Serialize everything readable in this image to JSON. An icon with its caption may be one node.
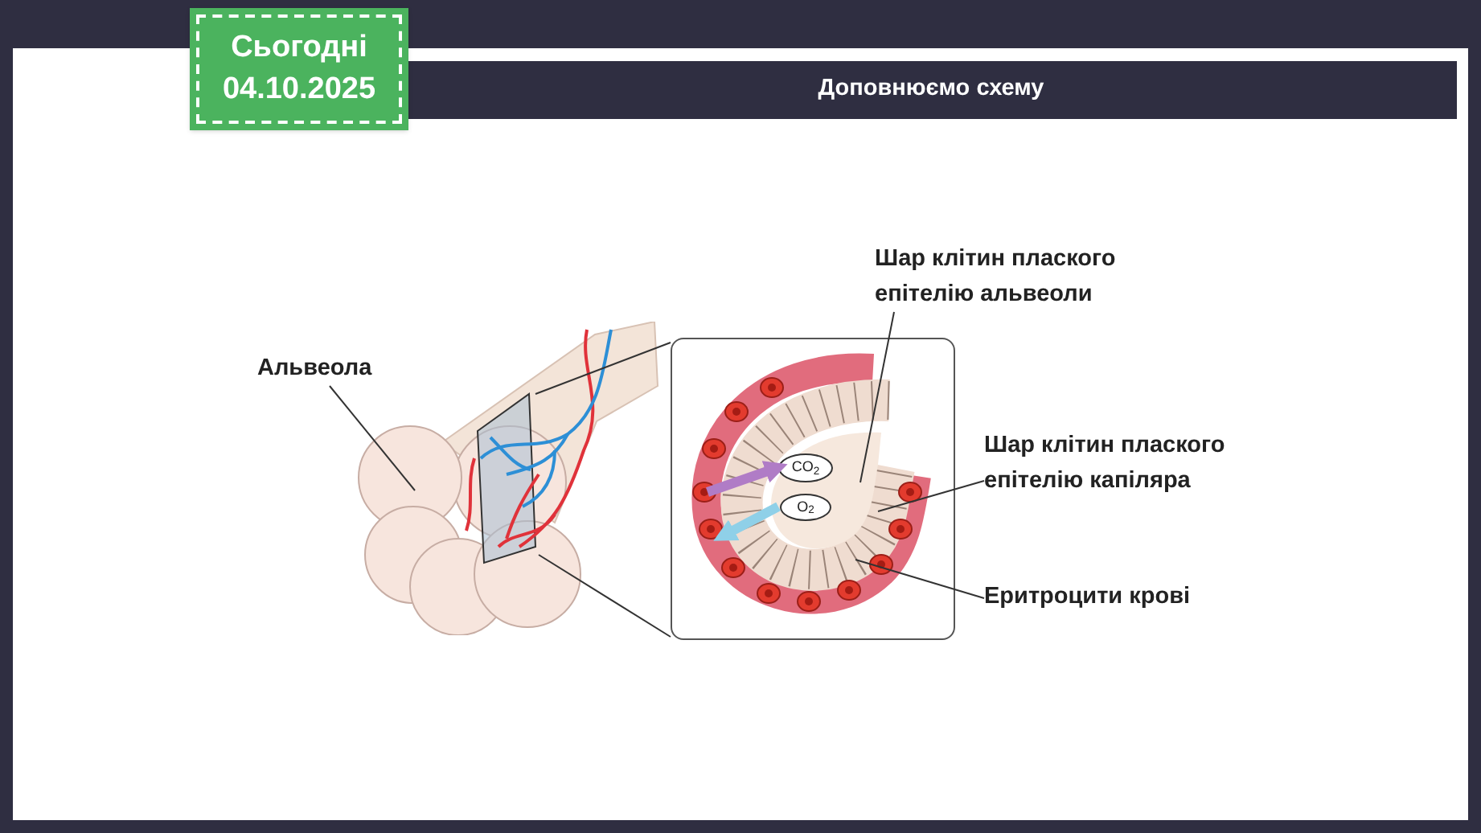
{
  "diagram": {
    "title": "Доповнюємо схему",
    "nodes": [
      {
        "text": [
          "Сьогодні",
          "04.10.2025"
        ]
      },
      {
        "text": [
          "Альвеола"
        ]
      },
      {
        "text": [],
        "shape": "picture"
      },
      {
        "text": [],
        "shape": "box"
      },
      {
        "text": [
          "CO$_{2}$"
        ],
        "in": 3
      },
      {
        "text": [
          "O$_{2}$"
        ],
        "in": 3
      },
      {
        "text": [
          "Шар клітин плаского епітелію альвеоли"
        ]
      },
      {
        "text": [
          "Шар клітин плаского епітелію капіляра"
        ]
      },
      {
        "text": [
          "Еритроцити крові"
        ]
      }
    ],
    "edges": [
      {
        "from": 1,
        "to": 2,
        "arrow": "none"
      },
      {
        "from": 2,
        "to": 3,
        "arrow": "none"
      },
      {
        "from": 2,
        "to": 3,
        "arrow": "none"
      },
      {
        "from": null,
        "to": 4,
        "arrow": "to",
        "style": "thick",
        "color": "#b07cc6"
      },
      {
        "from": 5,
        "to": null,
        "arrow": "to",
        "style": "thick",
        "color": "#8fd0e8"
      },
      {
        "from": 6,
        "to": null,
        "arrow": "none"
      },
      {
        "from": 7,
        "to": null,
        "arrow": "none"
      },
      {
        "from": 8,
        "to": null,
        "arrow": "none"
      }
    ]
  }
}
